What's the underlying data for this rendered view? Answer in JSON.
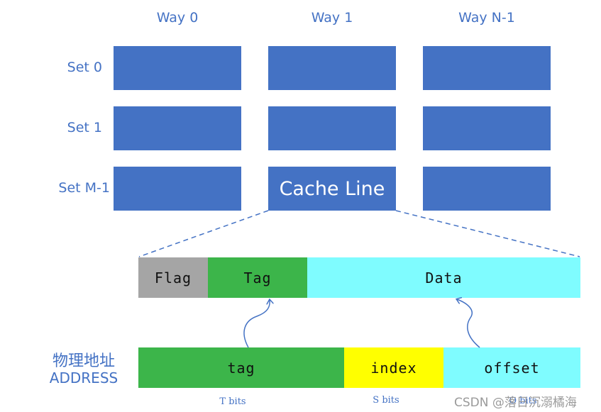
{
  "ways": [
    "Way 0",
    "Way 1",
    "Way N-1"
  ],
  "sets": [
    "Set 0",
    "Set 1",
    "Set M-1"
  ],
  "cache_line_label": "Cache Line",
  "cache_line_fields": {
    "flag": "Flag",
    "tag": "Tag",
    "data": "Data"
  },
  "address": {
    "label_cn": "物理地址",
    "label_en": "ADDRESS",
    "fields": {
      "tag": "tag",
      "index": "index",
      "offset": "offset"
    },
    "bits": {
      "tag": "T bits",
      "index": "S bits",
      "offset": "O bits"
    }
  },
  "watermark": "CSDN @落日沉溺橘海",
  "colors": {
    "cell_blue": "#4472c4",
    "flag_gray": "#a5a5a5",
    "tag_green": "#3cb54a",
    "data_cyan": "#7ffcff",
    "index_yellow": "#ffff00"
  }
}
